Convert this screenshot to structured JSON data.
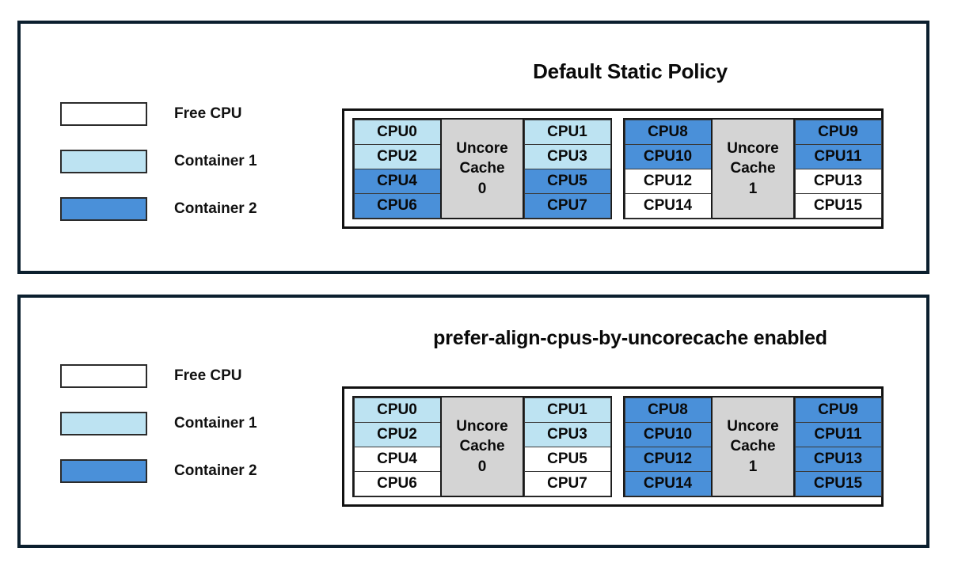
{
  "colors": {
    "free_cpu": "#ffffff",
    "container_1": "#bde3f2",
    "container_2": "#4a90d9",
    "cache_block": "#d4d4d4",
    "panel_border": "#0b1f2e",
    "cell_border": "#3a3a3a"
  },
  "legend_template": [
    {
      "name": "free-cpu",
      "label": "Free CPU",
      "fill": "free"
    },
    {
      "name": "container-1",
      "label": "Container 1",
      "fill": "c1"
    },
    {
      "name": "container-2",
      "label": "Container 2",
      "fill": "c2"
    }
  ],
  "panels": [
    {
      "id": "default",
      "title": "Default Static Policy",
      "legend": [
        {
          "label": "Free CPU",
          "fill": "free"
        },
        {
          "label": "Container 1",
          "fill": "c1"
        },
        {
          "label": "Container 2",
          "fill": "c2"
        }
      ],
      "groups": [
        {
          "cache_label_line1": "Uncore",
          "cache_label_line2": "Cache",
          "cache_label_line3": "0",
          "left_column": [
            {
              "label": "CPU0",
              "fill": "c1"
            },
            {
              "label": "CPU2",
              "fill": "c1"
            },
            {
              "label": "CPU4",
              "fill": "c2"
            },
            {
              "label": "CPU6",
              "fill": "c2"
            }
          ],
          "right_column": [
            {
              "label": "CPU1",
              "fill": "c1"
            },
            {
              "label": "CPU3",
              "fill": "c1"
            },
            {
              "label": "CPU5",
              "fill": "c2"
            },
            {
              "label": "CPU7",
              "fill": "c2"
            }
          ]
        },
        {
          "cache_label_line1": "Uncore",
          "cache_label_line2": "Cache",
          "cache_label_line3": "1",
          "left_column": [
            {
              "label": "CPU8",
              "fill": "c2"
            },
            {
              "label": "CPU10",
              "fill": "c2"
            },
            {
              "label": "CPU12",
              "fill": "free"
            },
            {
              "label": "CPU14",
              "fill": "free"
            }
          ],
          "right_column": [
            {
              "label": "CPU9",
              "fill": "c2"
            },
            {
              "label": "CPU11",
              "fill": "c2"
            },
            {
              "label": "CPU13",
              "fill": "free"
            },
            {
              "label": "CPU15",
              "fill": "free"
            }
          ]
        }
      ]
    },
    {
      "id": "prefer",
      "title": "prefer-align-cpus-by-uncorecache enabled",
      "legend": [
        {
          "label": "Free CPU",
          "fill": "free"
        },
        {
          "label": "Container 1",
          "fill": "c1"
        },
        {
          "label": "Container 2",
          "fill": "c2"
        }
      ],
      "groups": [
        {
          "cache_label_line1": "Uncore",
          "cache_label_line2": "Cache",
          "cache_label_line3": "0",
          "left_column": [
            {
              "label": "CPU0",
              "fill": "c1"
            },
            {
              "label": "CPU2",
              "fill": "c1"
            },
            {
              "label": "CPU4",
              "fill": "free"
            },
            {
              "label": "CPU6",
              "fill": "free"
            }
          ],
          "right_column": [
            {
              "label": "CPU1",
              "fill": "c1"
            },
            {
              "label": "CPU3",
              "fill": "c1"
            },
            {
              "label": "CPU5",
              "fill": "free"
            },
            {
              "label": "CPU7",
              "fill": "free"
            }
          ]
        },
        {
          "cache_label_line1": "Uncore",
          "cache_label_line2": "Cache",
          "cache_label_line3": "1",
          "left_column": [
            {
              "label": "CPU8",
              "fill": "c2"
            },
            {
              "label": "CPU10",
              "fill": "c2"
            },
            {
              "label": "CPU12",
              "fill": "c2"
            },
            {
              "label": "CPU14",
              "fill": "c2"
            }
          ],
          "right_column": [
            {
              "label": "CPU9",
              "fill": "c2"
            },
            {
              "label": "CPU11",
              "fill": "c2"
            },
            {
              "label": "CPU13",
              "fill": "c2"
            },
            {
              "label": "CPU15",
              "fill": "c2"
            }
          ]
        }
      ]
    }
  ]
}
